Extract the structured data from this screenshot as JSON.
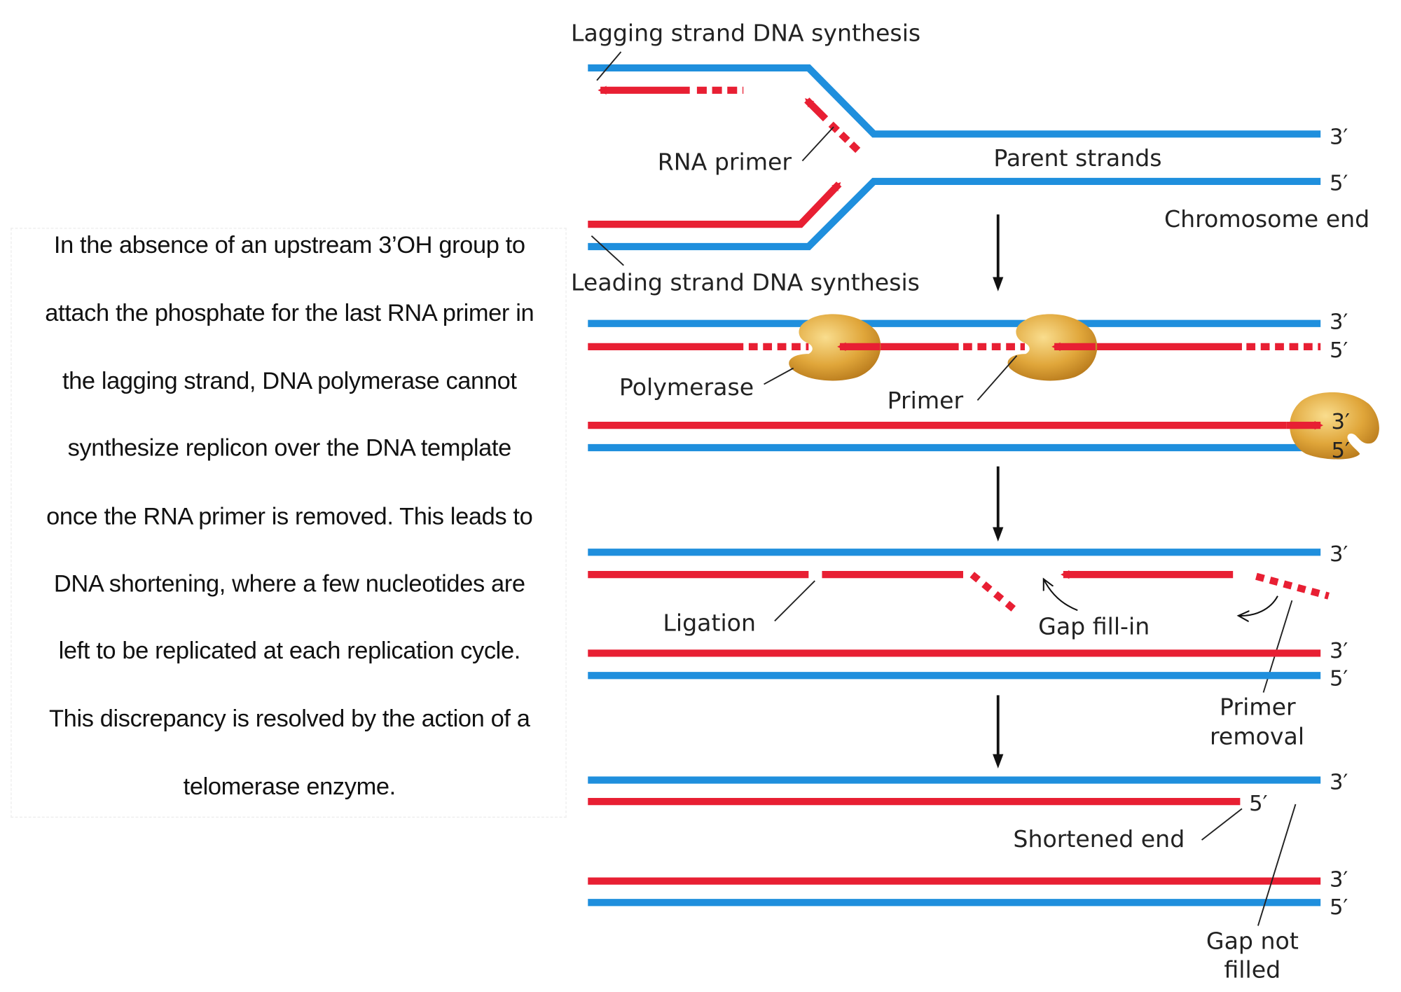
{
  "explanation": [
    "In the absence of an upstream 3’OH group to",
    "attach the phosphate for the last RNA primer in",
    "the lagging strand, DNA polymerase cannot",
    "synthesize replicon over the DNA template",
    "once the RNA primer is removed. This leads to",
    "DNA shortening, where a few nucleotides are",
    "left to be replicated at each replication cycle.",
    "This discrepancy is resolved by the action of a",
    "telomerase enzyme."
  ],
  "labels": {
    "lagging_synthesis": "Lagging strand DNA synthesis",
    "rna_primer": "RNA primer",
    "parent_strands": "Parent strands",
    "chromosome_end": "Chromosome end",
    "leading_synthesis": "Leading strand DNA synthesis",
    "polymerase": "Polymerase",
    "primer": "Primer",
    "ligation": "Ligation",
    "gap_fill_in": "Gap fill-in",
    "primer_removal_1": "Primer",
    "primer_removal_2": "removal",
    "shortened_end": "Shortened end",
    "gap_not_filled_1": "Gap not",
    "gap_not_filled_2": "filled"
  },
  "strand_ends": {
    "three_prime": "3′",
    "five_prime": "5′"
  },
  "colors": {
    "parent_strand": "#1f8fdd",
    "new_strand": "#e81f33",
    "polymerase": "#e0a63a",
    "arrow": "#111111"
  }
}
